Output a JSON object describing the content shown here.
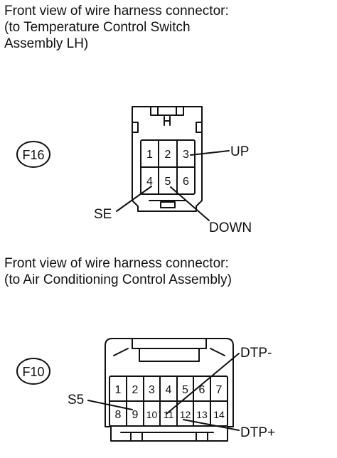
{
  "connectors": [
    {
      "caption": [
        "Front view of wire harness connector:",
        "(to Temperature Control Switch",
        "Assembly LH)"
      ],
      "id": "F16",
      "pins": [
        "1",
        "2",
        "3",
        "4",
        "5",
        "6"
      ],
      "callouts": {
        "up": "UP",
        "se": "SE",
        "down": "DOWN"
      }
    },
    {
      "caption": [
        "Front view of wire harness connector:",
        "(to Air Conditioning Control Assembly)"
      ],
      "id": "F10",
      "pins": [
        "1",
        "2",
        "3",
        "4",
        "5",
        "6",
        "7",
        "8",
        "9",
        "10",
        "11",
        "12",
        "13",
        "14"
      ],
      "callouts": {
        "dtp_minus": "DTP-",
        "s5": "S5",
        "dtp_plus": "DTP+"
      }
    }
  ],
  "colors": {
    "line": "#111111",
    "background": "#ffffff"
  }
}
